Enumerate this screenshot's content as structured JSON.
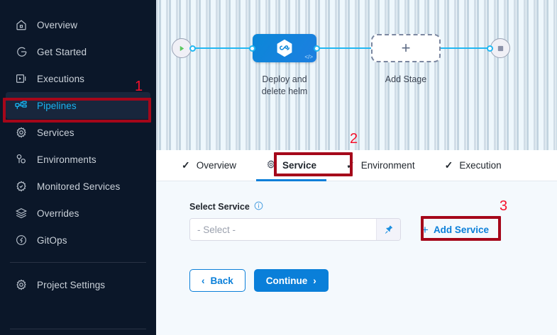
{
  "sidebar": {
    "items": [
      {
        "label": "Overview",
        "icon": "home-icon",
        "active": false
      },
      {
        "label": "Get Started",
        "icon": "rocket-start-icon",
        "active": false
      },
      {
        "label": "Executions",
        "icon": "play-box-icon",
        "active": false
      },
      {
        "label": "Pipelines",
        "icon": "pipelines-icon",
        "active": true
      },
      {
        "label": "Services",
        "icon": "gear-icon",
        "active": false
      },
      {
        "label": "Environments",
        "icon": "environments-icon",
        "active": false
      },
      {
        "label": "Monitored Services",
        "icon": "monitored-services-icon",
        "active": false
      },
      {
        "label": "Overrides",
        "icon": "layers-icon",
        "active": false
      },
      {
        "label": "GitOps",
        "icon": "gitops-icon",
        "active": false
      }
    ],
    "footer": {
      "label": "Project Settings",
      "icon": "gear-icon"
    }
  },
  "canvas": {
    "start_node": "start-play-icon",
    "end_node": "stop-square-icon",
    "stage": {
      "label_line1": "Deploy and",
      "label_line2": "delete helm",
      "icon": "harness-hexagon-icon",
      "badge_icon": "code-icon"
    },
    "add_stage": {
      "label": "Add Stage",
      "icon": "plus-icon"
    }
  },
  "tabs": [
    {
      "label": "Overview",
      "icon": "check-icon",
      "active": false
    },
    {
      "label": "Service",
      "icon": "gear-icon",
      "active": true
    },
    {
      "label": "Environment",
      "icon": "check-icon",
      "active": false
    },
    {
      "label": "Execution",
      "icon": "check-icon",
      "active": false
    }
  ],
  "form": {
    "select_service_label": "Select Service",
    "info_icon": "info-icon",
    "select_value": "- Select -",
    "pin_icon": "pin-icon",
    "add_service_label": "Add Service",
    "add_service_icon": "plus-icon",
    "back_label": "Back",
    "back_icon": "chevron-left-icon",
    "continue_label": "Continue",
    "continue_icon": "chevron-right-icon"
  },
  "annotations": [
    {
      "number": "1",
      "target": "sidebar-item-pipelines"
    },
    {
      "number": "2",
      "target": "tab-service"
    },
    {
      "number": "3",
      "target": "add-service-button"
    }
  ],
  "colors": {
    "sidebar_bg": "#0b1729",
    "accent_blue": "#0a7fd9",
    "active_nav": "#1ab3f0",
    "annotation_box": "#a5071a",
    "annotation_number": "#f5102b",
    "wire": "#22b8f2"
  }
}
